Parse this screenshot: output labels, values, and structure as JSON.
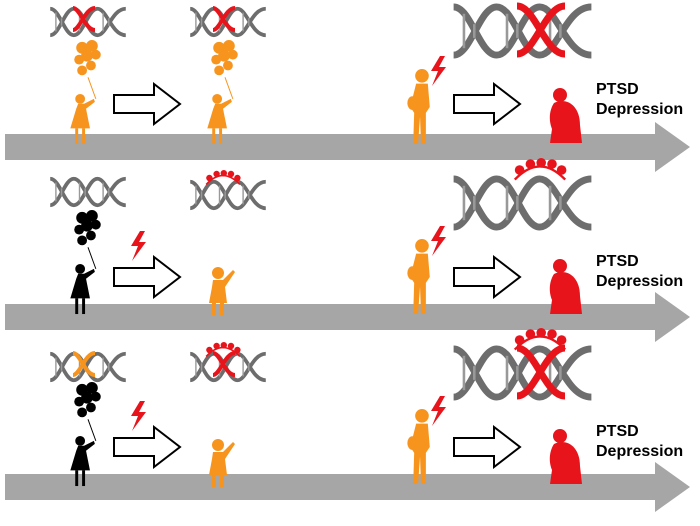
{
  "colors": {
    "timeline": "#a6a6a6",
    "child": "#f7941d",
    "risk": "#e8141b",
    "dna": "#6d6d6d",
    "silhouette": "#000000"
  },
  "rows": [
    {
      "child_color": "#f7941d",
      "childhood_trauma": false,
      "dna_highlight": "#e8141b",
      "methylation": false,
      "outcome_1": "PTSD",
      "outcome_2": "Depression"
    },
    {
      "child_color": "#000000",
      "childhood_trauma": true,
      "dna_highlight": "none",
      "methylation": true,
      "outcome_1": "PTSD",
      "outcome_2": "Depression"
    },
    {
      "child_color": "#000000",
      "childhood_trauma": true,
      "dna_highlight": "#f7941d",
      "methylation": true,
      "outcome_1": "PTSD",
      "outcome_2": "Depression"
    }
  ]
}
